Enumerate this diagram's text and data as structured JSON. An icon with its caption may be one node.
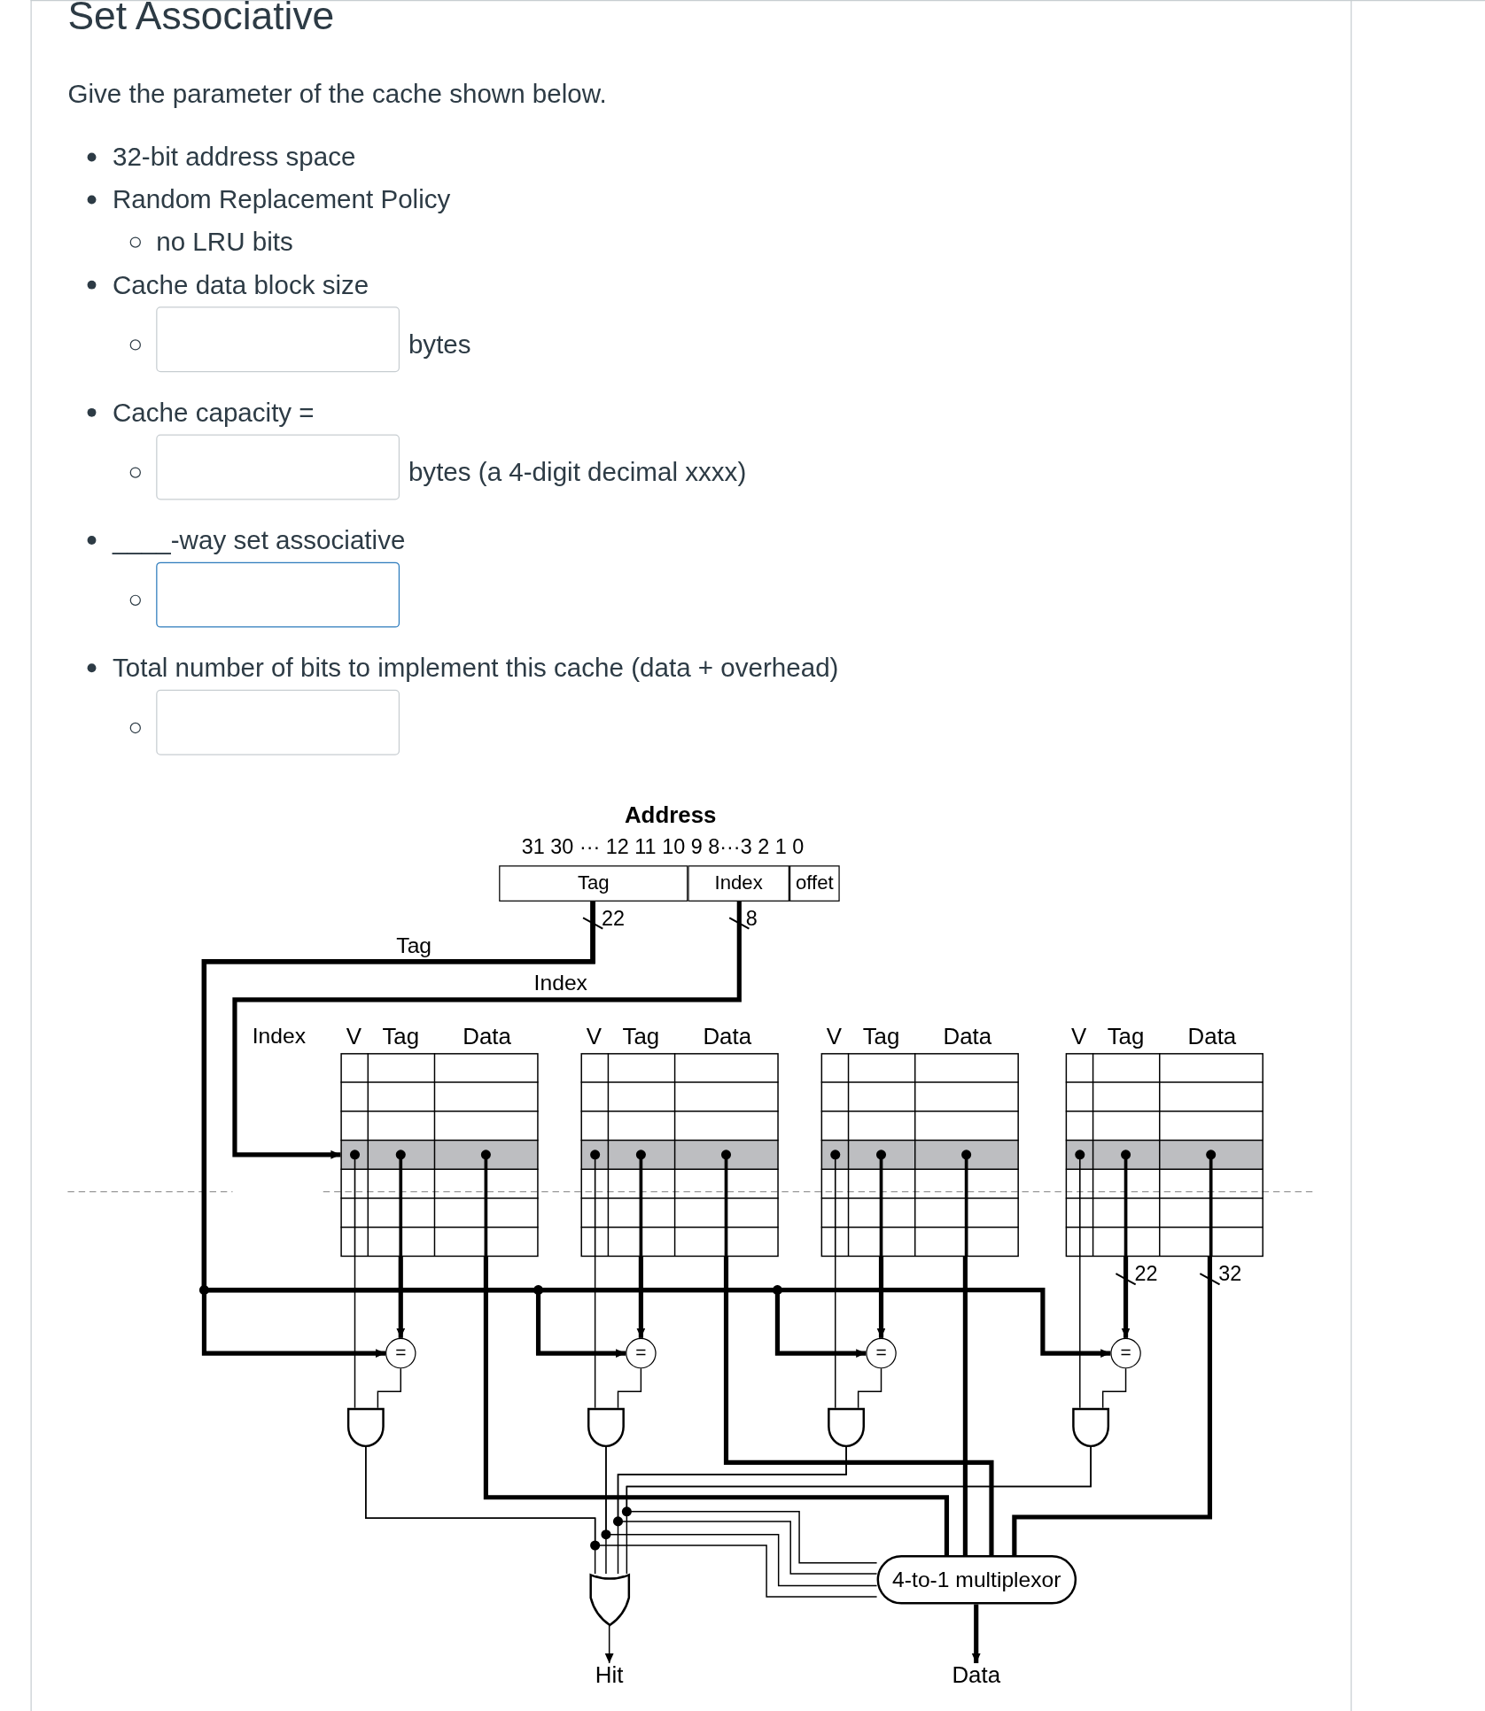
{
  "diagram": {
    "title": "Set Associative",
    "nodes": [
      {
        "text": [
          "Tag"
        ]
      },
      {
        "text": [
          "Index"
        ]
      },
      {
        "text": [
          "offet"
        ]
      },
      {
        "text": [
          "V",
          "Tag",
          "Data"
        ]
      },
      {
        "text": [
          "V",
          "Tag",
          "Data"
        ]
      },
      {
        "text": [
          "V",
          "Tag",
          "Data"
        ]
      },
      {
        "text": [
          "V",
          "Tag",
          "Data"
        ]
      },
      {
        "text": [
          "="
        ]
      },
      {
        "text": [
          "="
        ]
      },
      {
        "text": [
          "="
        ]
      },
      {
        "text": [
          "="
        ]
      },
      {
        "text": [],
        "shape": "gate"
      },
      {
        "text": [],
        "shape": "gate"
      },
      {
        "text": [],
        "shape": "gate"
      },
      {
        "text": [],
        "shape": "gate"
      },
      {
        "text": [],
        "shape": "gate"
      },
      {
        "text": [
          "4-to-1 multiplexor"
        ]
      },
      {
        "text": [
          "Hit"
        ]
      },
      {
        "text": [
          "Data"
        ]
      }
    ],
    "edges": [
      {
        "from": 0,
        "to": 7,
        "arrow": "to",
        "style": "thick"
      },
      {
        "from": 0,
        "to": 8,
        "arrow": "to",
        "style": "thick"
      },
      {
        "from": 0,
        "to": 9,
        "arrow": "to",
        "style": "thick"
      },
      {
        "from": 0,
        "to": 10,
        "arrow": "to",
        "style": "thick"
      },
      {
        "from": 1,
        "to": 3,
        "arrow": "to",
        "style": "thick"
      },
      {
        "from": 3,
        "to": 7,
        "arrow": "to",
        "style": "thick"
      },
      {
        "from": 4,
        "to": 8,
        "arrow": "to",
        "style": "thick"
      },
      {
        "from": 5,
        "to": 9,
        "arrow": "to",
        "style": "thick"
      },
      {
        "from": 6,
        "to": 10,
        "arrow": "to",
        "style": "thick"
      },
      {
        "from": 3,
        "to": 11,
        "arrow": "none"
      },
      {
        "from": 4,
        "to": 12,
        "arrow": "none"
      },
      {
        "from": 5,
        "to": 13,
        "arrow": "none"
      },
      {
        "from": 6,
        "to": 14,
        "arrow": "none"
      },
      {
        "from": 7,
        "to": 11,
        "arrow": "none"
      },
      {
        "from": 8,
        "to": 12,
        "arrow": "none"
      },
      {
        "from": 9,
        "to": 13,
        "arrow": "none"
      },
      {
        "from": 10,
        "to": 14,
        "arrow": "none"
      },
      {
        "from": 11,
        "to": 15,
        "arrow": "none"
      },
      {
        "from": 12,
        "to": 15,
        "arrow": "none"
      },
      {
        "from": 13,
        "to": 15,
        "arrow": "none"
      },
      {
        "from": 14,
        "to": 15,
        "arrow": "none"
      },
      {
        "from": 11,
        "to": 16,
        "arrow": "none"
      },
      {
        "from": 12,
        "to": 16,
        "arrow": "none"
      },
      {
        "from": 13,
        "to": 16,
        "arrow": "none"
      },
      {
        "from": 14,
        "to": 16,
        "arrow": "none"
      },
      {
        "from": 3,
        "to": 16,
        "arrow": "none",
        "style": "thick"
      },
      {
        "from": 4,
        "to": 16,
        "arrow": "none",
        "style": "thick"
      },
      {
        "from": 5,
        "to": 16,
        "arrow": "none",
        "style": "thick"
      },
      {
        "from": 6,
        "to": 16,
        "arrow": "none",
        "style": "thick"
      },
      {
        "from": 15,
        "to": 17,
        "arrow": "to"
      },
      {
        "from": 16,
        "to": 18,
        "arrow": "to",
        "style": "thick"
      }
    ],
    "labels": [
      "Give the parameter of the cache shown below.",
      "32-bit address space",
      "Random Replacement Policy",
      "no LRU bits",
      "Cache data block size",
      "bytes",
      "Cache capacity =",
      "bytes (a 4-digit decimal xxxx)",
      "____-way set associative",
      "Total number of bits to implement this cache (data + overhead)",
      "Address",
      "31 30 ··· 12 11 10 9 8···3 2 1 0",
      "22",
      "8",
      "Tag",
      "Index",
      "Index",
      "22",
      "32"
    ]
  }
}
